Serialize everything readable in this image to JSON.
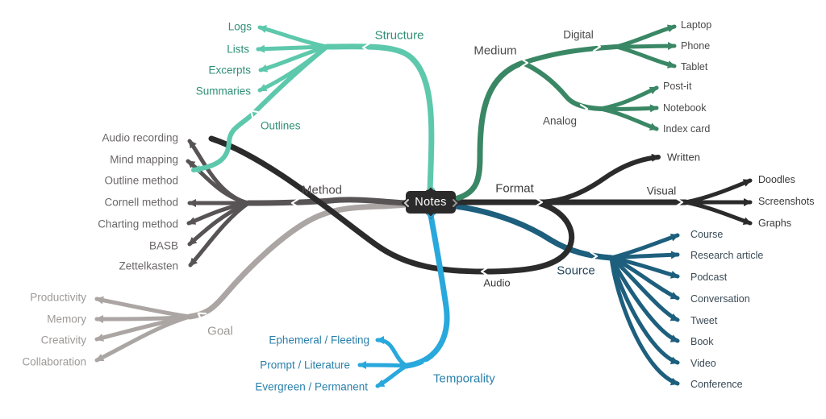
{
  "root_label": "Notes",
  "colors": {
    "structure": "#5dc8ac",
    "medium": "#3a8765",
    "method": "#585455",
    "format": "#2b2b2b",
    "goal": "#aba6a3",
    "temporality": "#29a8dc",
    "source": "#1d5f7d",
    "root_bg": "#2b2b2b",
    "root_text": "#ffffff"
  },
  "structure": {
    "label": "Structure",
    "items": [
      "Logs",
      "Lists",
      "Excerpts",
      "Summaries",
      "Outlines"
    ]
  },
  "medium": {
    "label": "Medium",
    "digital": {
      "label": "Digital",
      "items": [
        "Laptop",
        "Phone",
        "Tablet"
      ]
    },
    "analog": {
      "label": "Analog",
      "items": [
        "Post-it",
        "Notebook",
        "Index card"
      ]
    }
  },
  "method": {
    "label": "Method",
    "items": [
      "Audio recording",
      "Mind mapping",
      "Outline method",
      "Cornell method",
      "Charting method",
      "BASB",
      "Zettelkasten"
    ]
  },
  "format": {
    "label": "Format",
    "written": "Written",
    "visual": {
      "label": "Visual",
      "items": [
        "Doodles",
        "Screenshots",
        "Graphs"
      ]
    },
    "audio": "Audio"
  },
  "goal": {
    "label": "Goal",
    "items": [
      "Productivity",
      "Memory",
      "Creativity",
      "Collaboration"
    ]
  },
  "temporality": {
    "label": "Temporality",
    "items": [
      "Ephemeral / Fleeting",
      "Prompt / Literature",
      "Evergreen / Permanent"
    ]
  },
  "source": {
    "label": "Source",
    "items": [
      "Course",
      "Research article",
      "Podcast",
      "Conversation",
      "Tweet",
      "Book",
      "Video",
      "Conference"
    ]
  }
}
